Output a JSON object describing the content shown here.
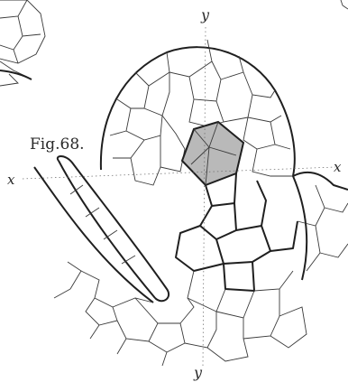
{
  "figure": {
    "label": "Fig.68.",
    "axis_labels": {
      "top": "y",
      "bottom": "y",
      "left": "x",
      "right": "x"
    }
  }
}
